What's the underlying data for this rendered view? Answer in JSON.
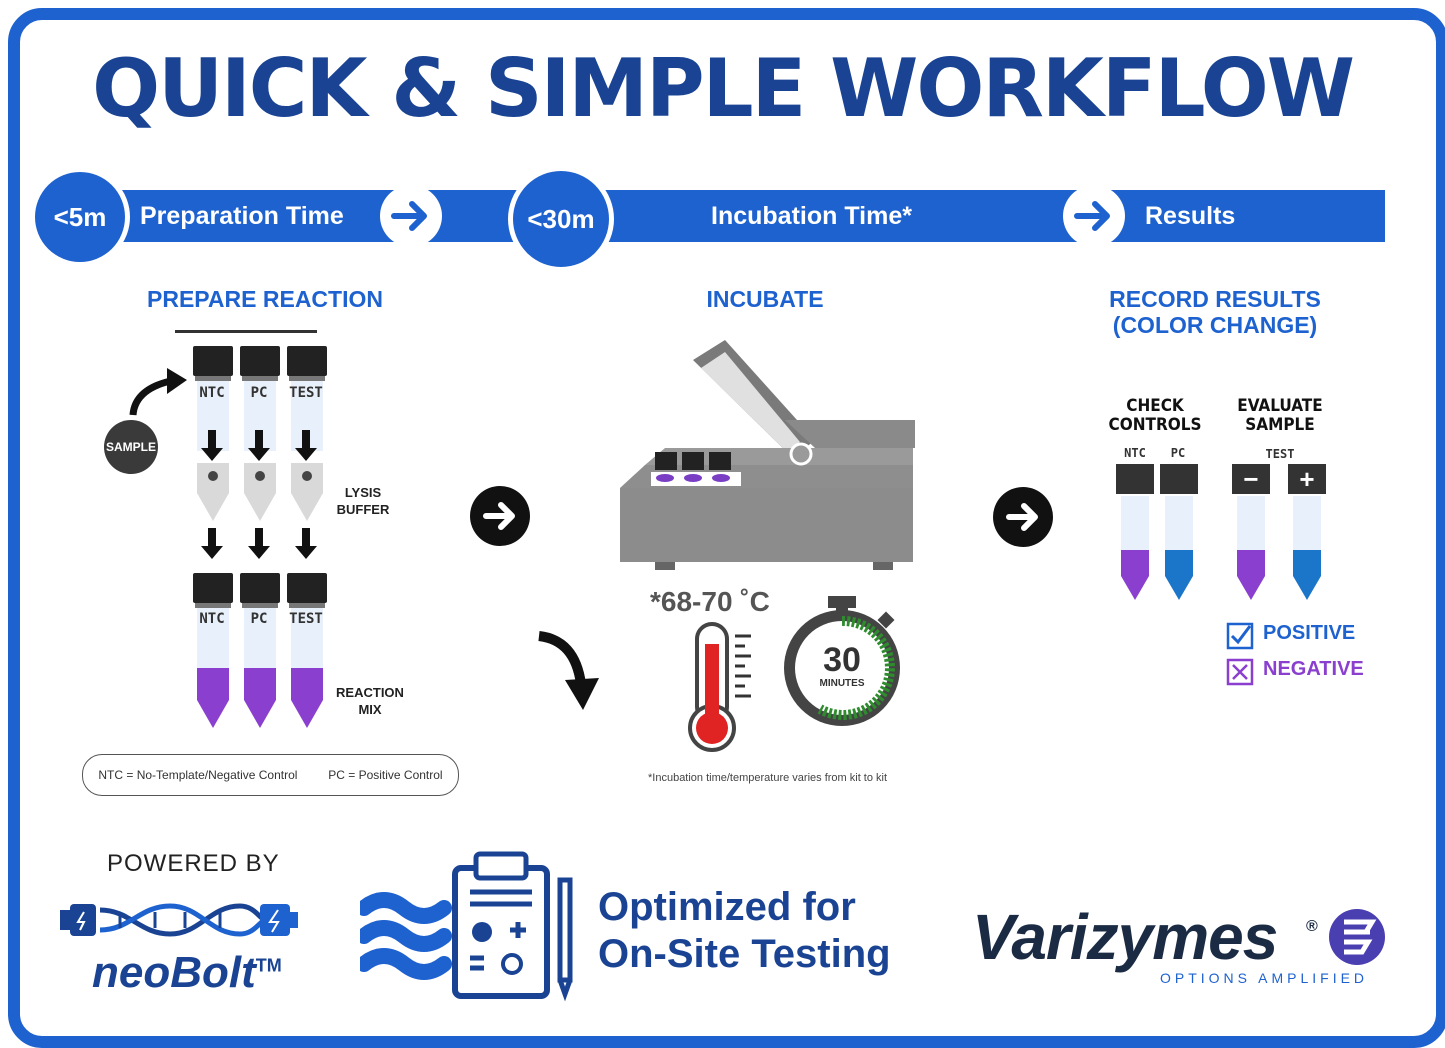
{
  "title": "QUICK & SIMPLE WORKFLOW",
  "banner": {
    "step1_time": "<5m",
    "step1_label": "Preparation Time",
    "step2_time": "<30m",
    "step2_label": "Incubation Time*",
    "step3_label": "Results"
  },
  "prepare": {
    "heading": "PREPARE REACTION",
    "sample": "SAMPLE",
    "tubes": [
      "NTC",
      "PC",
      "TEST"
    ],
    "lysis_label": "LYSIS\nBUFFER",
    "reaction_label": "REACTION\nMIX",
    "legend_ntc": "NTC = No-Template/Negative Control",
    "legend_pc": "PC = Positive Control"
  },
  "incubate": {
    "heading": "INCUBATE",
    "temperature": "*68-70 ˚C",
    "timer_value": "30",
    "timer_unit": "MINUTES",
    "footnote": "*Incubation time/temperature varies from kit to kit"
  },
  "record": {
    "heading_line1": "RECORD RESULTS",
    "heading_line2": "(COLOR CHANGE)",
    "check_line1": "CHECK",
    "check_line2": "CONTROLS",
    "evaluate_line1": "EVALUATE",
    "evaluate_line2": "SAMPLE",
    "ntc": "NTC",
    "pc": "PC",
    "test": "TEST",
    "minus": "−",
    "plus": "+",
    "positive": "POSITIVE",
    "negative": "NEGATIVE"
  },
  "footer": {
    "powered_by": "POWERED BY",
    "neobolt": "neoBolt",
    "tm": "TM",
    "optimized_line1": "Optimized for",
    "optimized_line2": "On-Site Testing",
    "varizymes": "Varizymes",
    "registered": "®",
    "tagline": "OPTIONS AMPLIFIED"
  },
  "colors": {
    "brand_blue": "#1e62d0",
    "dark_blue": "#1a4493",
    "purple": "#8a3fcf",
    "blue_result": "#1b76c9",
    "check_blue": "#1e62d0",
    "cross_purple": "#8a3fcf"
  }
}
